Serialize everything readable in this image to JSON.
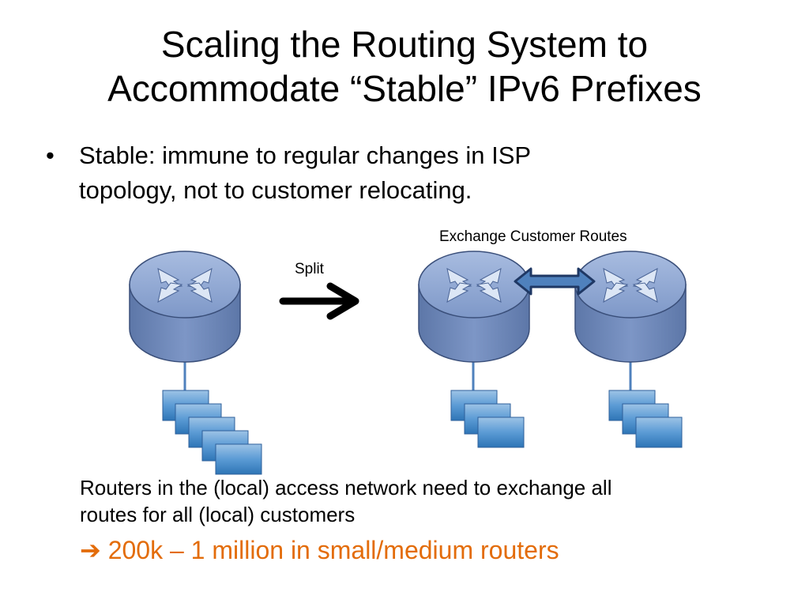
{
  "slide": {
    "title_line1": "Scaling the Routing System to",
    "title_line2": "Accommodate “Stable” IPv6 Prefixes",
    "bullet_glyph": "•",
    "bullet_line1": "Stable: immune to regular changes in ISP",
    "bullet_line2": "topology, not to customer relocating.",
    "caption_line1": "Routers in the (local) access network need to exchange all",
    "caption_line2": "routes for all (local) customers",
    "result_arrow": "➔",
    "result_text": "200k – 1 million in small/medium routers"
  },
  "diagram": {
    "split_label": "Split",
    "exchange_label": "Exchange Customer Routes",
    "routers": [
      {
        "name": "router-single",
        "customers": 5
      },
      {
        "name": "router-split-a",
        "customers": 3
      },
      {
        "name": "router-split-b",
        "customers": 3
      }
    ]
  },
  "colors": {
    "router_top": "#8FA8D4",
    "router_body": "#6E88B8",
    "router_stroke": "#3A4F7A",
    "link": "#4F81BD",
    "customer_fill": "#5B9BD5",
    "accent": "#E36C0A"
  }
}
